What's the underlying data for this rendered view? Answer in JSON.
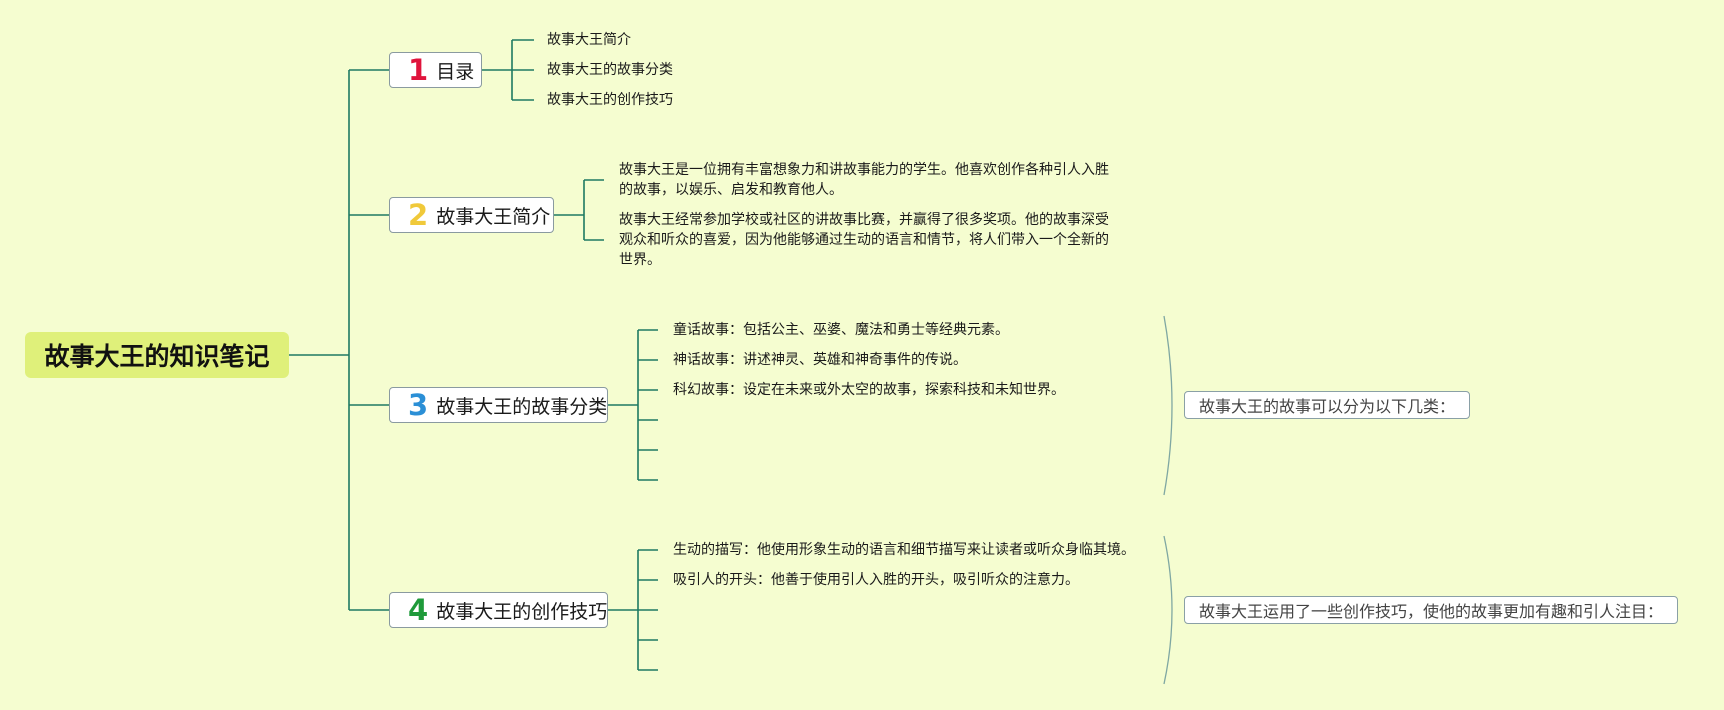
{
  "root": {
    "title": "故事大王的知识笔记"
  },
  "branches": [
    {
      "number": "1",
      "number_color": "#e0143c",
      "label": "目录",
      "leaves": [
        "故事大王简介",
        "故事大王的故事分类",
        "故事大王的创作技巧"
      ]
    },
    {
      "number": "2",
      "number_color": "#f0c93a",
      "label": "故事大王简介",
      "paragraphs": [
        "故事大王是一位拥有丰富想象力和讲故事能力的学生。他喜欢创作各种引人入胜的故事，以娱乐、启发和教育他人。",
        "故事大王经常参加学校或社区的讲故事比赛，并赢得了很多奖项。他的故事深受观众和听众的喜爱，因为他能够通过生动的语言和情节，将人们带入一个全新的世界。"
      ]
    },
    {
      "number": "3",
      "number_color": "#2b8fd6",
      "label": "故事大王的故事分类",
      "leaves": [
        "童话故事：包括公主、巫婆、魔法和勇士等经典元素。",
        "神话故事：讲述神灵、英雄和神奇事件的传说。",
        "科幻故事：设定在未来或外太空的故事，探索科技和未知世界。",
        "",
        "",
        ""
      ],
      "summary": "故事大王的故事可以分为以下几类："
    },
    {
      "number": "4",
      "number_color": "#1f9a3a",
      "label": "故事大王的创作技巧",
      "leaves": [
        "生动的描写：他使用形象生动的语言和细节描写来让读者或听众身临其境。",
        "吸引人的开头：他善于使用引人入胜的开头，吸引听众的注意力。",
        "",
        "",
        ""
      ],
      "summary": "故事大王运用了一些创作技巧，使他的故事更加有趣和引人注目："
    }
  ],
  "colors": {
    "background": "#f5fdd0",
    "root_fill": "#dff07a",
    "connector": "#1e7a62"
  }
}
